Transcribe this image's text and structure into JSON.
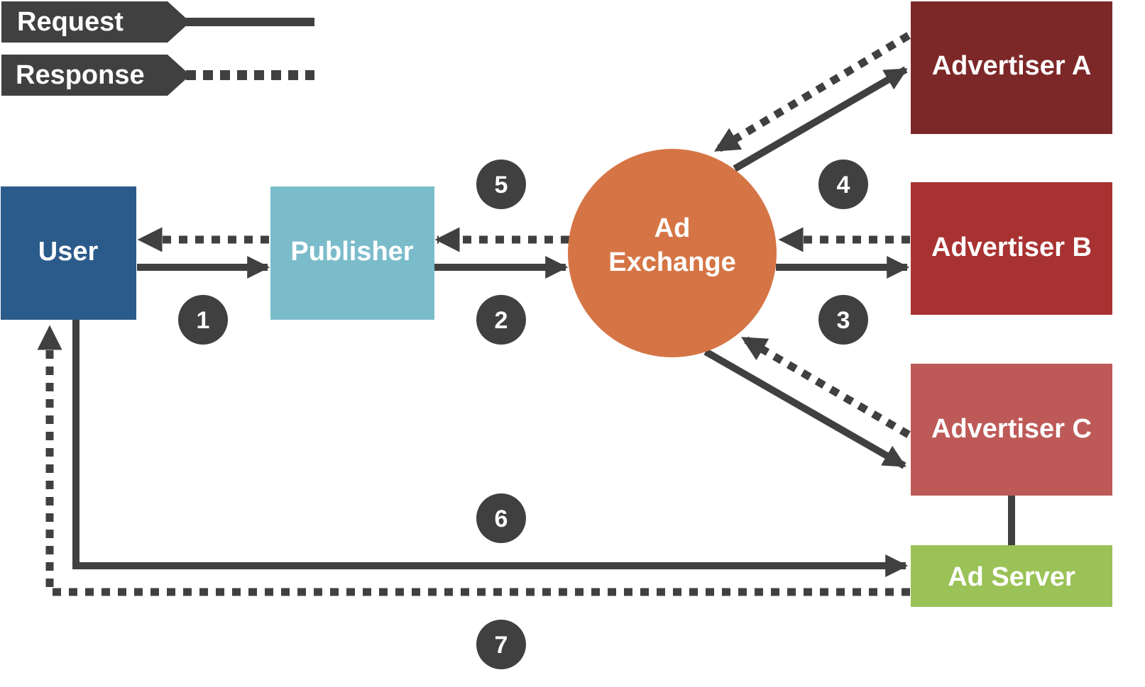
{
  "legend": {
    "request_label": "Request",
    "response_label": "Response"
  },
  "nodes": {
    "user": "User",
    "publisher": "Publisher",
    "ad_exchange_line1": "Ad",
    "ad_exchange_line2": "Exchange",
    "advertiser_a": "Advertiser A",
    "advertiser_b": "Advertiser B",
    "advertiser_c": "Advertiser C",
    "ad_server": "Ad Server"
  },
  "steps": [
    "1",
    "2",
    "3",
    "4",
    "5",
    "6",
    "7"
  ],
  "colors": {
    "legend_bg": "#404040",
    "user": "#2b5b8a",
    "publisher": "#7bbcca",
    "ad_exchange": "#d57545",
    "advertiser_a": "#7d2828",
    "advertiser_b": "#a83232",
    "advertiser_c": "#bd5a58",
    "ad_server": "#9ac256",
    "arrow": "#404040",
    "badge": "#404040"
  }
}
